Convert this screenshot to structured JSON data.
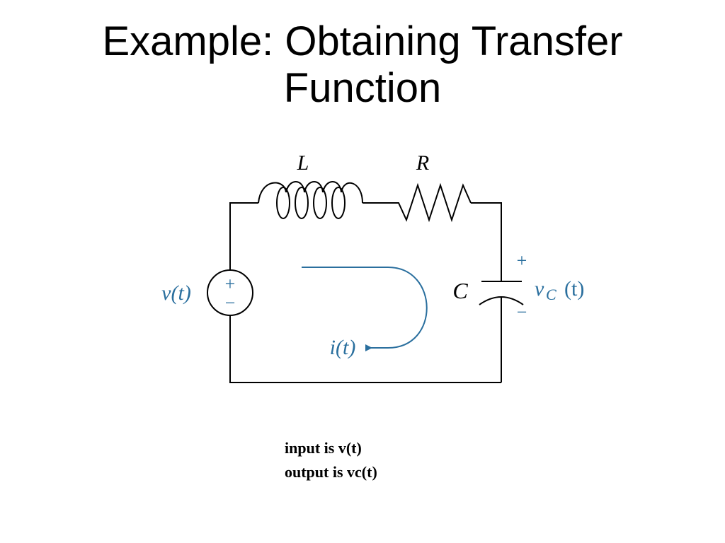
{
  "slide": {
    "title_line1": "Example: Obtaining Transfer",
    "title_line2": "Function"
  },
  "circuit": {
    "inductor_label": "L",
    "resistor_label": "R",
    "capacitor_label": "C",
    "source_label": "v(t)",
    "source_plus": "+",
    "source_minus": "−",
    "current_label": "i(t)",
    "cap_voltage_v": "v",
    "cap_voltage_sub": "C",
    "cap_voltage_arg": "(t)",
    "cap_plus": "+",
    "cap_minus": "−",
    "accent_color": "#2a6f9e",
    "wire_color": "#000000"
  },
  "notes": {
    "line1": "input is v(t)",
    "line2": "output is vc(t)"
  }
}
